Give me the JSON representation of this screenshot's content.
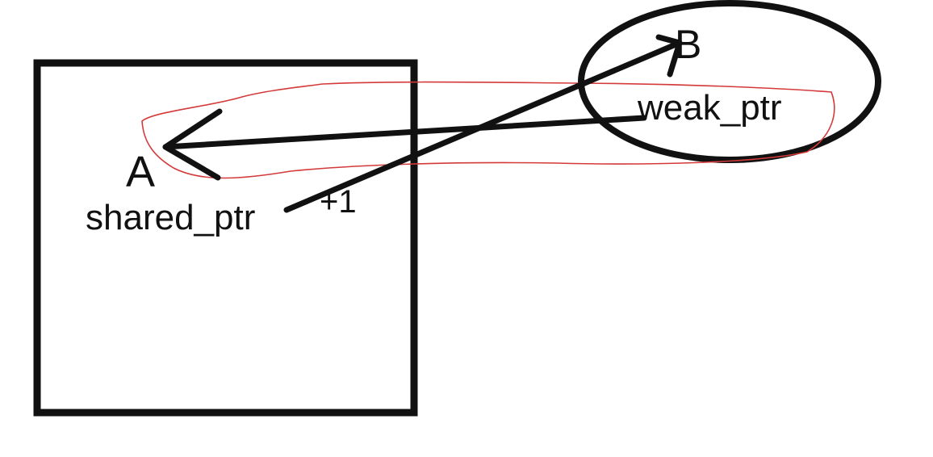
{
  "labels": {
    "node_a": "A",
    "node_b": "B",
    "shared_ptr": "shared_ptr",
    "weak_ptr": "weak_ptr",
    "ref_count": "+1"
  },
  "colors": {
    "ink": "#111111",
    "highlight": "#d43a3a"
  }
}
